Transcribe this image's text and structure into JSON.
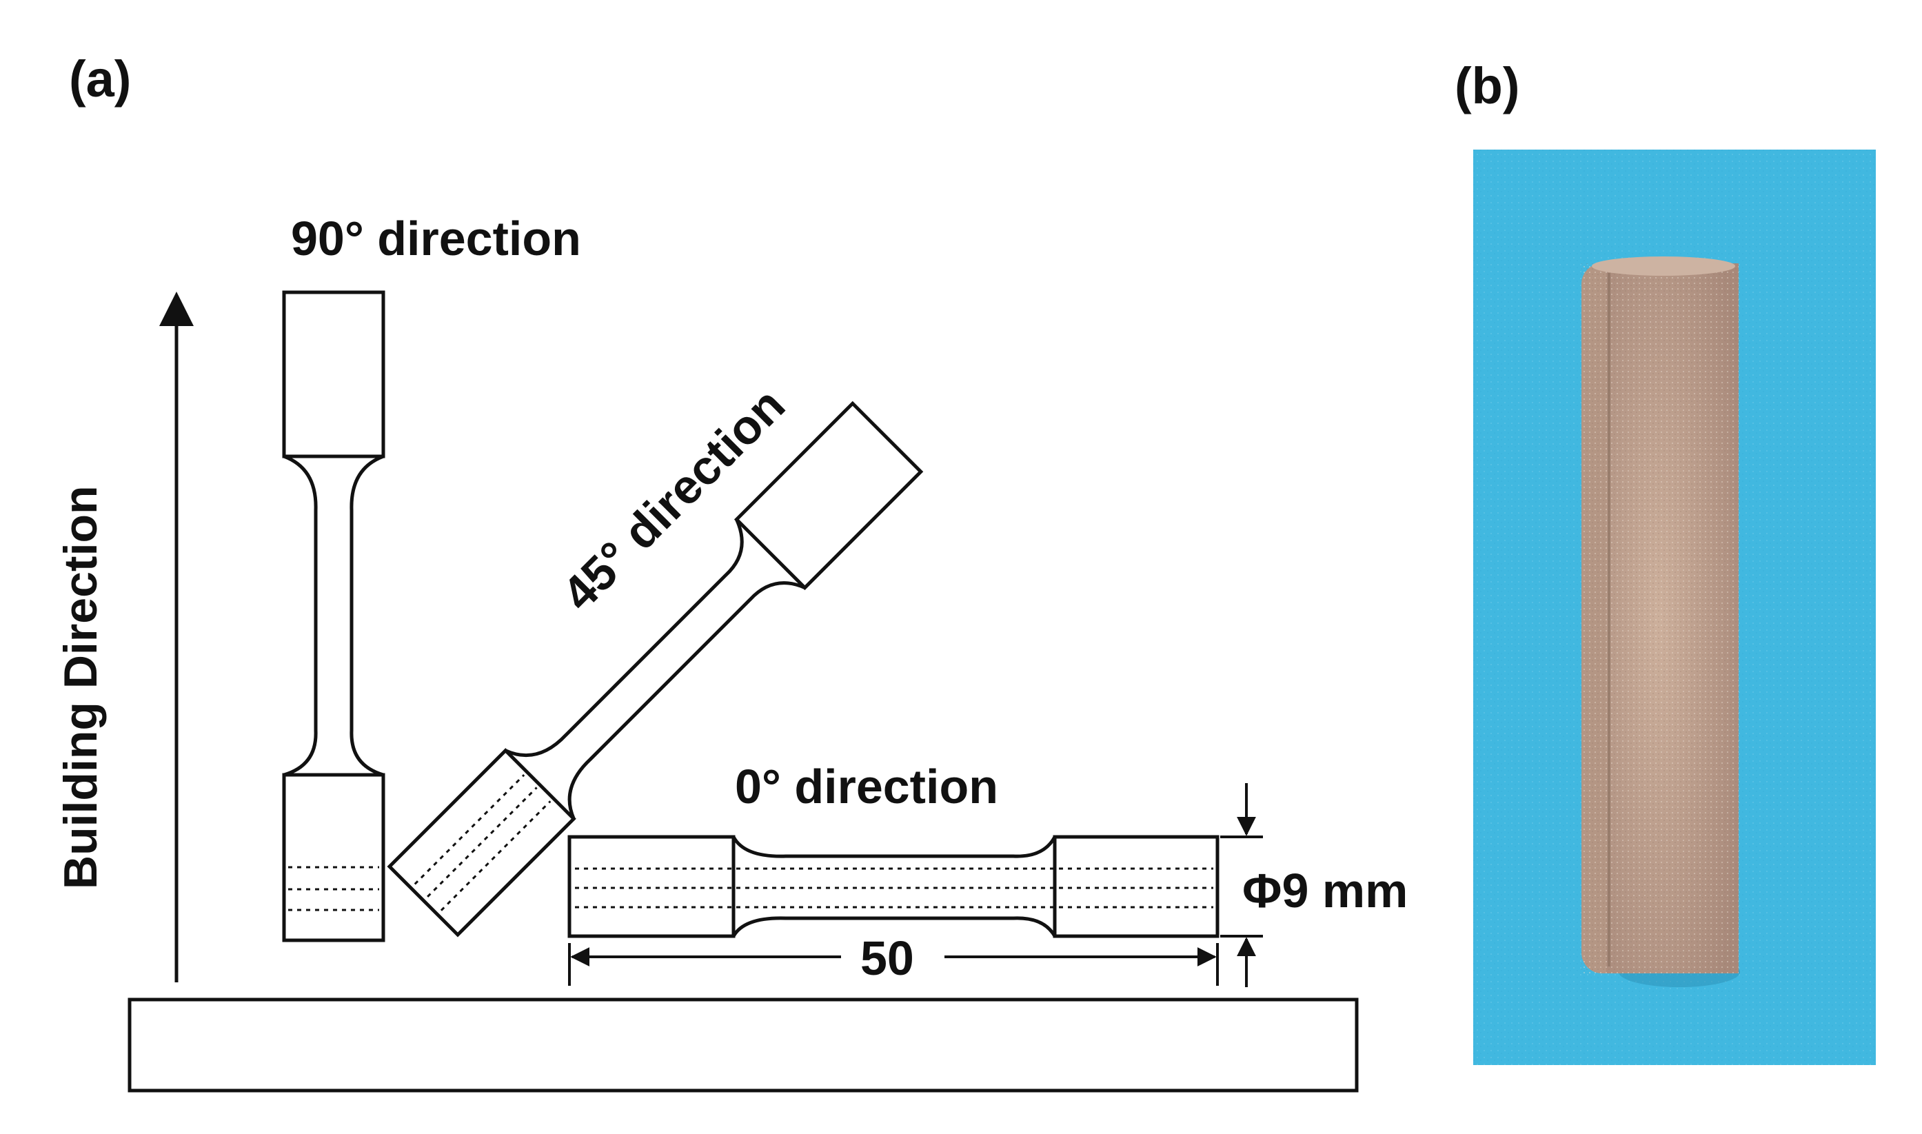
{
  "panel_a": {
    "label": "(a)",
    "axis_label": "Building Direction",
    "specimen_90_label": "90° direction",
    "specimen_45_label": "45° direction",
    "specimen_0_label": "0° direction",
    "length_dimension": "50",
    "diameter_dimension": "Φ9 mm"
  },
  "panel_b": {
    "label": "(b)",
    "photo_subject": "cylindrical rod sample",
    "background_color": "#41b8e0",
    "rod_color": "#c0a38f"
  },
  "colors": {
    "ink": "#111111",
    "background": "#ffffff"
  }
}
